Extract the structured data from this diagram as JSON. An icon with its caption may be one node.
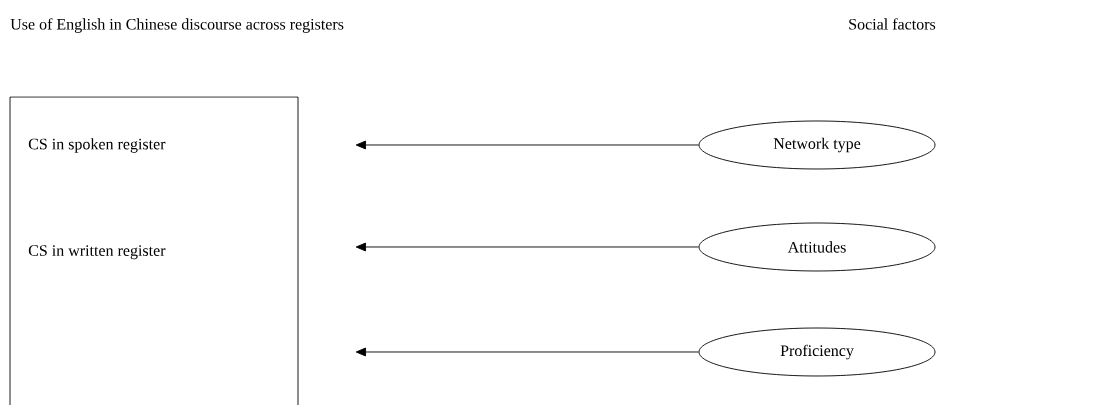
{
  "diagram": {
    "nodes": [
      {
        "text": [
          "CS in spoken register",
          "CS in written register"
        ]
      },
      {
        "text": [
          "Network type"
        ]
      },
      {
        "text": [
          "Attitudes"
        ]
      },
      {
        "text": [
          "Proficiency"
        ]
      }
    ],
    "edges": [
      {
        "from": 1,
        "to": 0,
        "arrow": "to"
      },
      {
        "from": 2,
        "to": 0,
        "arrow": "to"
      },
      {
        "from": 3,
        "to": 0,
        "arrow": "to"
      }
    ],
    "labels": [
      "Use of English in Chinese discourse across registers",
      "Social factors"
    ]
  }
}
